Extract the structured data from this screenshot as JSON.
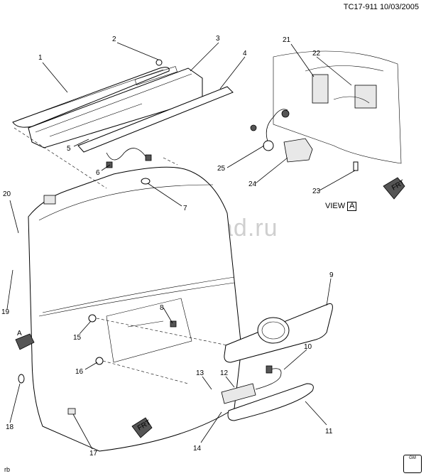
{
  "header": {
    "code": "TC17-911",
    "date": "10/03/2005"
  },
  "watermark": "www.gmsklad.ru",
  "view_label": {
    "prefix": "VIEW",
    "letter": "A"
  },
  "section_a_marker": "A",
  "corner_tag": "rb",
  "front_arrow_text": "FRT",
  "logo_text": "GM",
  "part_numbers": [
    "1",
    "2",
    "3",
    "4",
    "5",
    "6",
    "7",
    "8",
    "9",
    "10",
    "11",
    "12",
    "13",
    "14",
    "15",
    "16",
    "17",
    "18",
    "19",
    "20",
    "21",
    "22",
    "23",
    "24",
    "25"
  ]
}
